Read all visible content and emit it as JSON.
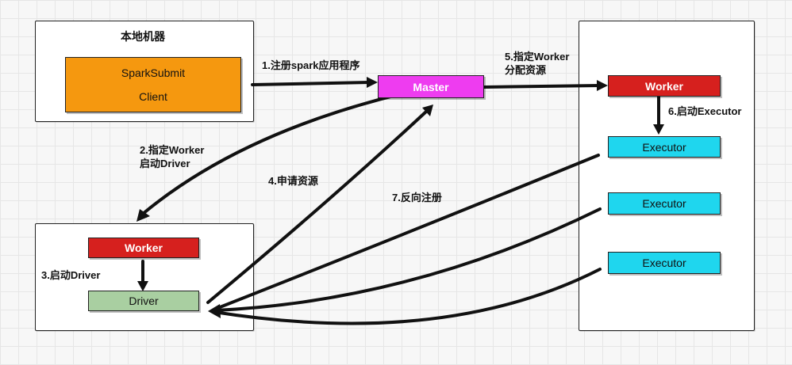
{
  "local_machine": {
    "title": "本地机器",
    "submit_box": {
      "line1": "SparkSubmit",
      "line2": "Client",
      "color": "#f5980f"
    }
  },
  "master": {
    "label": "Master",
    "color": "#ee3cf0"
  },
  "worker_node": {
    "worker": {
      "label": "Worker",
      "color": "#d6201e"
    },
    "executors": [
      {
        "label": "Executor"
      },
      {
        "label": "Executor"
      },
      {
        "label": "Executor"
      }
    ],
    "executor_color": "#1fd6ee"
  },
  "driver_node": {
    "worker": {
      "label": "Worker",
      "color": "#d6201e"
    },
    "driver": {
      "label": "Driver",
      "color": "#a9cfa1"
    }
  },
  "steps": {
    "s1": "1.注册spark应用程序",
    "s2a": "2.指定Worker",
    "s2b": "启动Driver",
    "s3": "3.启动Driver",
    "s4": "4.申请资源",
    "s5a": "5.指定Worker",
    "s5b": "分配资源",
    "s6": "6.启动Executor",
    "s7": "7.反向注册"
  }
}
